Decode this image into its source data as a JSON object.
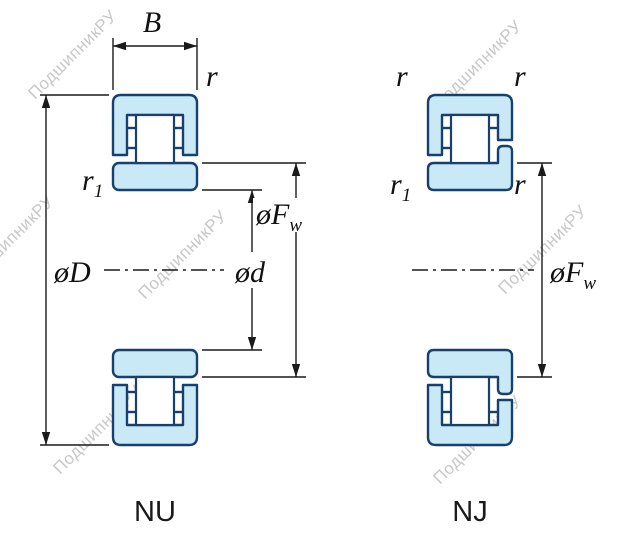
{
  "watermark": {
    "text": "ПодшипникРУ",
    "color": "#c8c8c8"
  },
  "colors": {
    "ring_fill": "#c9e9f7",
    "ring_outline": "#17406e",
    "dimension_line": "#1a1a1a",
    "label_text": "#111111",
    "background": "#ffffff"
  },
  "views": {
    "left": {
      "caption": "NU",
      "labels": {
        "B": "B",
        "r_top_right": "r",
        "r1_base": "r",
        "r1_sub": "1",
        "outer_diameter": "øD",
        "bore_diameter": "ød",
        "raceway_base": "øF",
        "raceway_sub": "w"
      }
    },
    "right": {
      "caption": "NJ",
      "labels": {
        "r_top_left": "r",
        "r_top_right": "r",
        "r1_base": "r",
        "r1_sub": "1",
        "r_mid_right": "r",
        "raceway_base": "øF",
        "raceway_sub": "w"
      }
    }
  }
}
